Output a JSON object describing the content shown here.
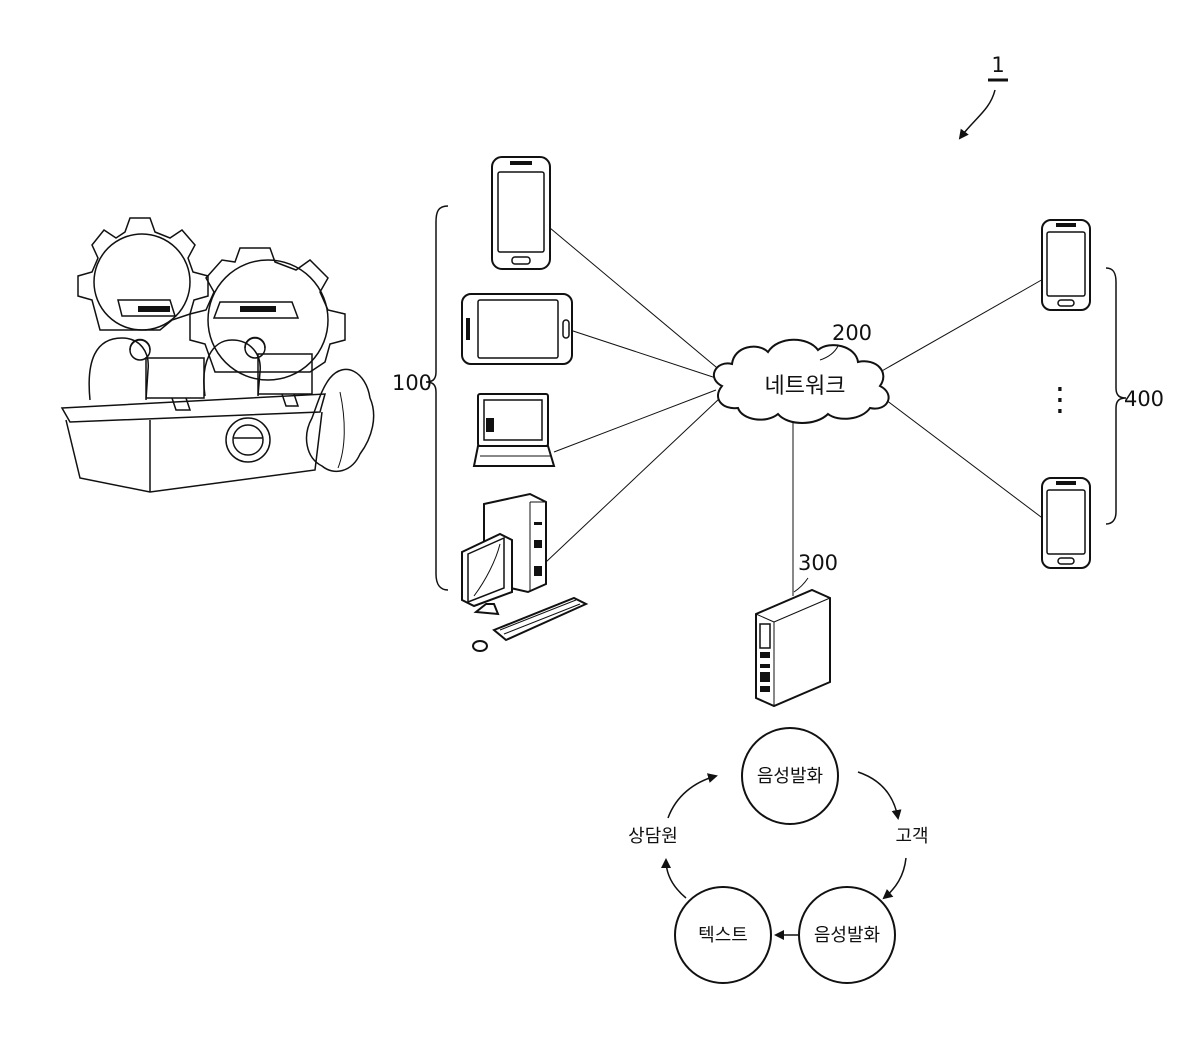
{
  "figure": {
    "number": "1"
  },
  "labels": {
    "terminals_group": "100",
    "network_number": "200",
    "network_text": "네트워크",
    "server_number": "300",
    "counselor_group": "400",
    "vertical_ellipsis": "⋮"
  },
  "cycle": {
    "top_node": "음성발화",
    "right_label": "고객",
    "bottom_right_node": "음성발화",
    "bottom_left_node": "텍스트",
    "left_label": "상담원"
  },
  "icons": {
    "call_center": "call-center-illustration",
    "smartphone": "smartphone-icon",
    "tablet": "tablet-icon",
    "laptop": "laptop-icon",
    "desktop": "desktop-computer-icon",
    "server": "server-tower-icon",
    "cloud": "cloud-icon"
  },
  "colors": {
    "line": "#111111",
    "background": "#ffffff"
  }
}
